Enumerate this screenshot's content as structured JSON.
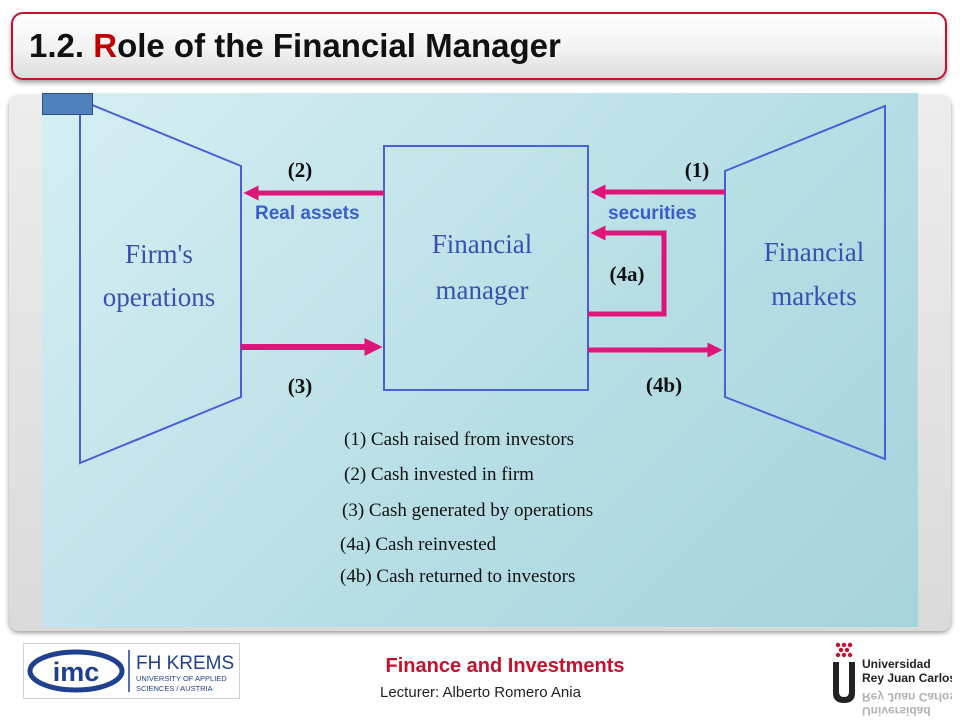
{
  "slide": {
    "title_number": "1.2. ",
    "title_initial": "R",
    "title_rest": "ole of the Financial Manager"
  },
  "diagram": {
    "left_box": [
      "Firm's",
      "operations"
    ],
    "center_box": [
      "Financial",
      "manager"
    ],
    "right_box": [
      "Financial",
      "markets"
    ],
    "flow_labels": {
      "flow1": "(1)",
      "flow2": "(2)",
      "flow3": "(3)",
      "flow4a": "(4a)",
      "flow4b": "(4b)"
    },
    "arrow_labels": {
      "real_assets": "Real assets",
      "securities": "securities"
    },
    "legend": [
      "(1) Cash raised from investors",
      "(2) Cash invested in firm",
      "(3) Cash generated by operations",
      "(4a) Cash reinvested",
      "(4b) Cash returned to investors"
    ]
  },
  "footer": {
    "course": "Finance and Investments",
    "lecturer": "Lecturer: Alberto Romero Ania",
    "logo_left": {
      "imc": "imc",
      "fh": "FH KREMS",
      "line1": "UNIVERSITY OF APPLIED",
      "line2": "SCIENCES / AUSTRIA"
    },
    "logo_right": {
      "line1": "Universidad",
      "line2": "Rey Juan Carlos"
    }
  },
  "colors": {
    "title_border": "#c8102e",
    "accent_red": "#c00000",
    "flow_arrow": "#e0157a",
    "box_line": "#4a5fd6",
    "label_blue": "#3a5fcd"
  }
}
